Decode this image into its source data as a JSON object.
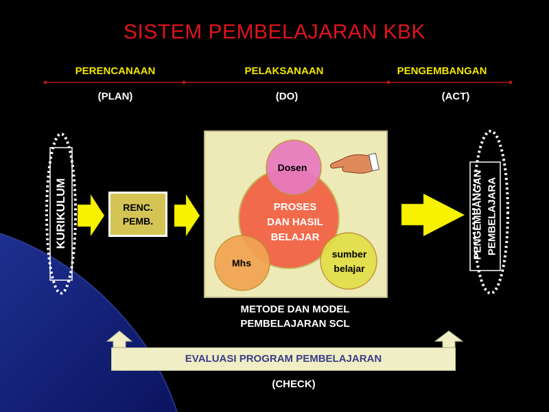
{
  "slide": {
    "title": "SISTEM PEMBELAJARAN KBK",
    "phases": [
      {
        "label": "PERENCANAAN",
        "sub": "(PLAN)"
      },
      {
        "label": "PELAKSANAAN",
        "sub": "(DO)"
      },
      {
        "label": "PENGEMBANGAN",
        "sub": "(ACT)"
      }
    ],
    "kurikulum": "KURIKULUM",
    "renc_line1": "RENC.",
    "renc_line2": "PEMB.",
    "circles": {
      "dosen": "Dosen",
      "mhs": "Mhs",
      "sumber_line1": "sumber",
      "sumber_line2": "belajar",
      "center_line1": "PROSES",
      "center_line2": "DAN HASIL",
      "center_line3": "BELAJAR"
    },
    "metode_line1": "METODE DAN MODEL",
    "metode_line2": "PEMBELAJARAN SCL",
    "pengembangan_line1": "PENGEMBANGAN",
    "pengembangan_line2": "PEMBELAJARA",
    "evaluasi": "EVALUASI PROGRAM PEMBELAJARAN",
    "check": "(CHECK)"
  },
  "colors": {
    "title": "#e0141c",
    "phase": "#f2e600",
    "arrow": "#f7f300",
    "panel": "#eeeab8",
    "dosen": "#e77ac0",
    "center": "#f26a4c",
    "mhs": "#f2a452",
    "sumber": "#e2df48",
    "renc_box": "#d4c455",
    "eval_box": "#efeec4",
    "eval_text": "#3d3d8a"
  }
}
